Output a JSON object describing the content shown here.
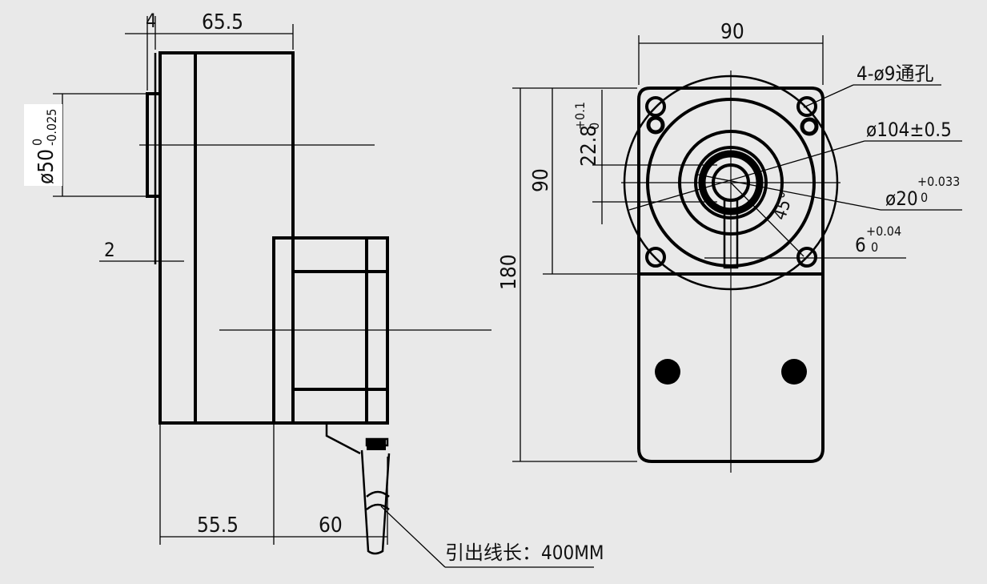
{
  "background": "#e9e9e9",
  "line_color": "#000000",
  "side_view": {
    "dim_flange_thickness": "4",
    "dim_motor_length": "65.5",
    "dim_shaft_dia_main": "ø50",
    "dim_shaft_dia_tol_upper": "0",
    "dim_shaft_dia_tol_lower": "-0.025",
    "dim_step": "2",
    "dim_gearbox_length": "55.5",
    "dim_cable_offset": "60",
    "lead_length_label": "引出线长：400MM"
  },
  "front_view": {
    "dim_width": "90",
    "dim_total_height": "180",
    "dim_flange_height": "90",
    "dim_keyway_main": "22.8",
    "dim_keyway_tol_upper": "+0.1",
    "dim_keyway_tol_lower": "0",
    "holes_label": "4-ø9通孔",
    "pilot_label": "ø104±0.5",
    "shaft_main": "ø20",
    "shaft_tol_upper": "+0.033",
    "shaft_tol_lower": "0",
    "key_main": "6",
    "key_tol_upper": "+0.04",
    "key_tol_lower": "0",
    "angle_label": "45°"
  }
}
